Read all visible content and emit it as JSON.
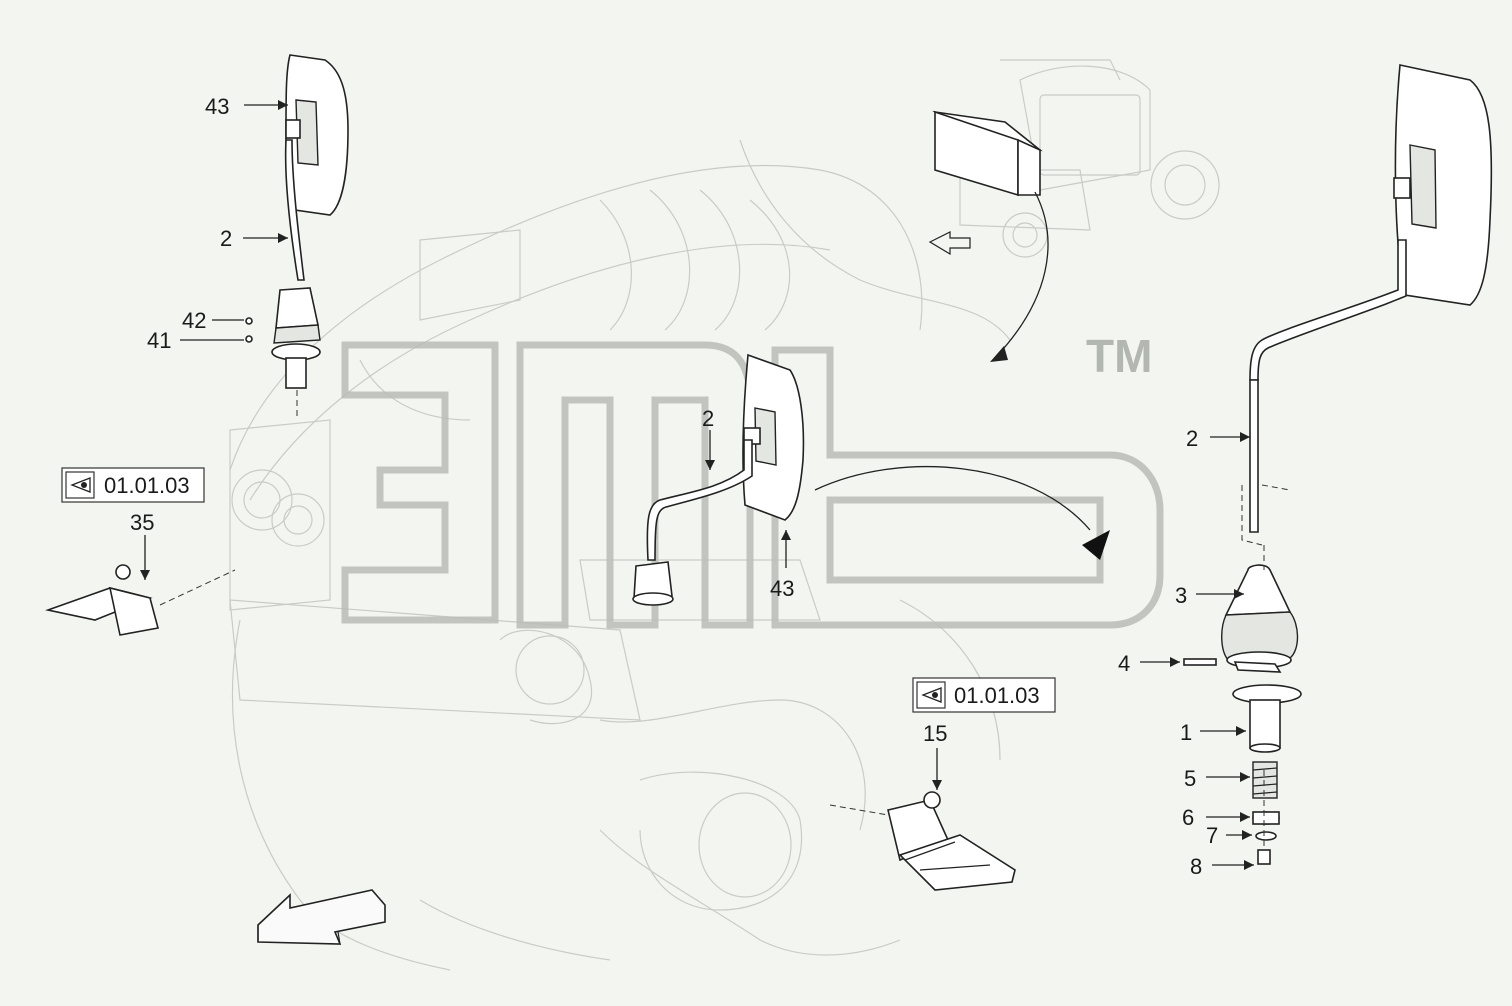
{
  "callouts": {
    "c43_top": "43",
    "c2_top": "2",
    "c42": "42",
    "c41": "41",
    "c35": "35",
    "c2_mid": "2",
    "c43_mid": "43",
    "c15": "15",
    "c2_right": "2",
    "c3": "3",
    "c4": "4",
    "c1": "1",
    "c5": "5",
    "c6": "6",
    "c7": "7",
    "c8": "8"
  },
  "references": {
    "left": "01.01.03",
    "bottom": "01.01.03"
  },
  "watermark": {
    "trademark": "TM",
    "color": "#b8bcb6"
  },
  "icons": {
    "reference": "view-eye-icon",
    "direction": "direction-arrow-icon"
  }
}
